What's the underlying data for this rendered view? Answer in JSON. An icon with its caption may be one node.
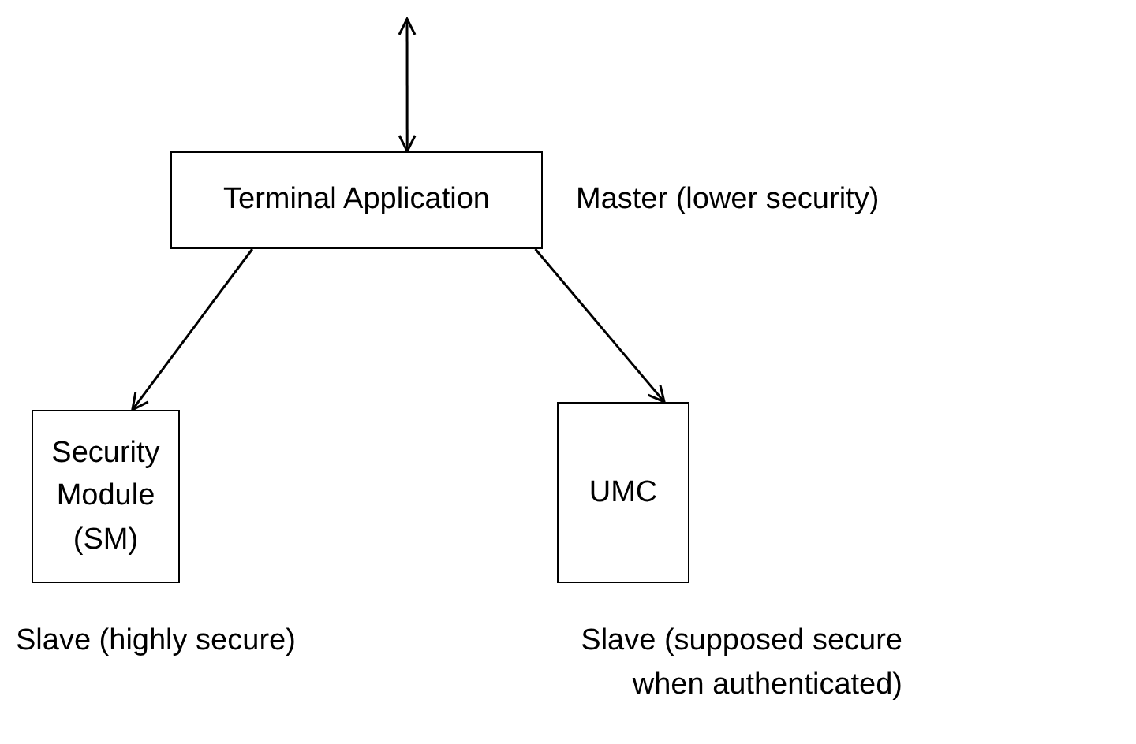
{
  "diagram": {
    "nodes": [
      {
        "text": [
          "Terminal Application"
        ],
        "beside": [
          "Master (lower security)"
        ]
      },
      {
        "text": [
          "Security Module (SM)"
        ],
        "beside": [
          "Slave (highly secure)"
        ]
      },
      {
        "text": [
          "UMC"
        ],
        "beside": [
          "Slave (supposed secure when authenticated)"
        ]
      }
    ],
    "edges": [
      {
        "from": null,
        "to": 0,
        "arrow": "both"
      },
      {
        "from": 0,
        "to": 1,
        "arrow": "to"
      },
      {
        "from": 0,
        "to": 2,
        "arrow": "to"
      }
    ]
  }
}
